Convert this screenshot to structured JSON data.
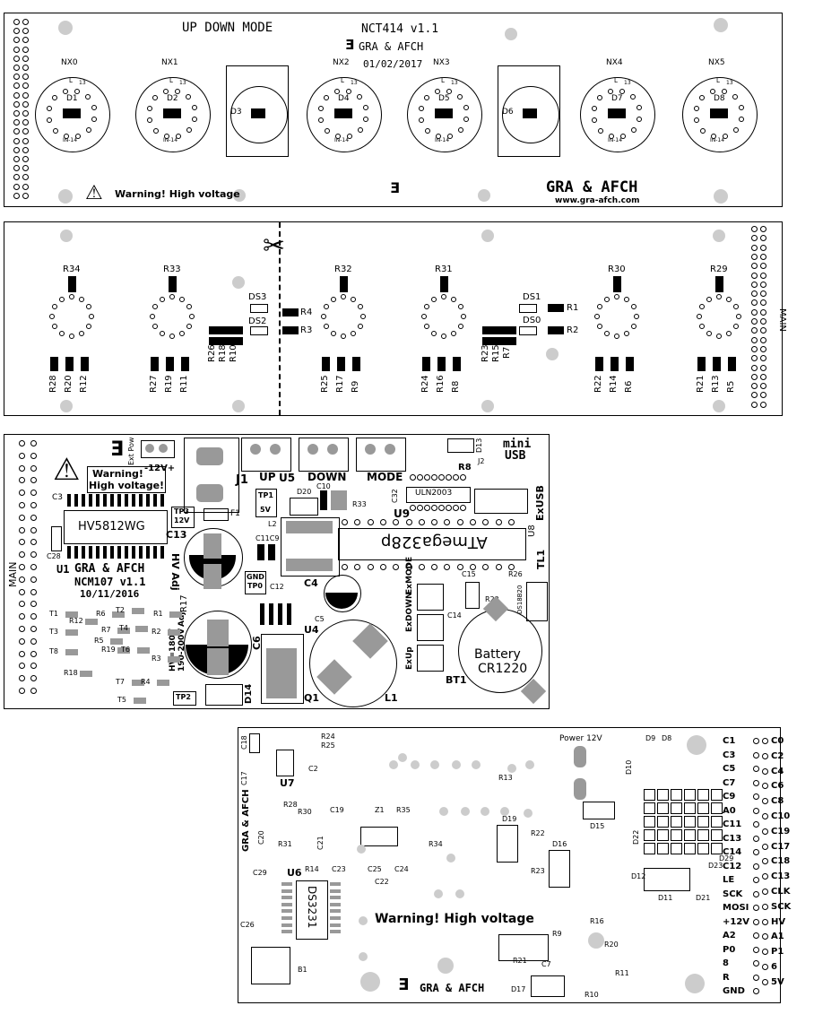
{
  "tube_board": {
    "mode_title": "UP   DOWN MODE",
    "version": "NCT414 v1.1",
    "brand": "GRA & AFCH",
    "date": "01/02/2017",
    "warning": "Warning! High voltage",
    "brand_big": "GRA & AFCH",
    "website": "www.gra-afch.com",
    "tube_labels": [
      "NX0",
      "NX1",
      "NX2",
      "NX3",
      "NX4",
      "NX5"
    ],
    "diode_labels": [
      "D1",
      "D2",
      "D3",
      "D4",
      "D5",
      "D6",
      "D7",
      "D8"
    ],
    "tube_type": "IN-14",
    "pin_l": "L",
    "pin_13": "13"
  },
  "socket_board": {
    "resistor_top": [
      "R34",
      "R33",
      "R32",
      "R31",
      "R30",
      "R29"
    ],
    "resistor_bottom": [
      [
        "R28",
        "R20",
        "R12"
      ],
      [
        "R27",
        "R19",
        "R11"
      ],
      [
        "R25",
        "R17",
        "R9"
      ],
      [
        "R24",
        "R16",
        "R8"
      ],
      [
        "R22",
        "R14",
        "R6"
      ],
      [
        "R21",
        "R13",
        "R5"
      ]
    ],
    "ds_left": [
      "DS3",
      "DS2"
    ],
    "ds_right": [
      "DS1",
      "DS0"
    ],
    "r_left": [
      "R4",
      "R3"
    ],
    "r_right": [
      "R1",
      "R2"
    ],
    "r_vert_left": [
      "R26",
      "R18",
      "R10"
    ],
    "r_vert_right": [
      "R23",
      "R15",
      "R7"
    ],
    "main": "MAIN"
  },
  "ncm_board": {
    "warning_l1": "Warning!",
    "warning_l2": "High voltage!",
    "chip_hv": "HV5812WG",
    "u1": "U1",
    "brand": "GRA & AFCH",
    "version": "NCM107 v1.1",
    "date": "10/11/2016",
    "mcu": "ATmega328p",
    "u9_chip": "ULN2003",
    "u9": "U9",
    "u5": "U5",
    "btn_up": "UP",
    "btn_down": "DOWN",
    "btn_mode": "MODE",
    "j1": "J1",
    "battery_l1": "Battery",
    "battery_l2": "CR1220",
    "bt1": "BT1",
    "l1": "L1",
    "q1": "Q1",
    "usb_l1": "mini",
    "usb_l2": "USB",
    "exusb": "ExUSB",
    "u8": "U8",
    "tl1": "TL1",
    "d13": "D13",
    "r8": "R8",
    "j2": "J2",
    "supply": "-12V+",
    "ext_pow": "Ext Pow",
    "main": "MAIN",
    "c13": "C13",
    "hv_adj": "HV Adj",
    "c6": "C6",
    "c4": "C4",
    "u4": "U4",
    "d14": "D14",
    "l2": "L2",
    "tp1_l1": "TP1",
    "tp1_l2": "5V",
    "tp3_l1": "TP3",
    "tp3_l2": "12V",
    "tp2": "TP2",
    "gnd_l1": "GND",
    "gnd_l2": "TP0",
    "f1": "F1",
    "r17": "R17",
    "hv_note_l1": "HV=180V",
    "hv_note_l2": "190-200V",
    "hv_note_l3": "Adj",
    "ex_labels": [
      "ExUp",
      "ExDOWN",
      "ExMODE"
    ],
    "r33": "R33",
    "d20": "D20",
    "c10": "C10",
    "c11c9": "C11C9",
    "c12": "C12",
    "c5": "C5",
    "c3": "C3",
    "c28": "C28",
    "c15": "C15",
    "r22": "R22",
    "r26": "R26",
    "ds18b20": "DS18B20",
    "small_left": [
      "R12",
      "T1",
      "T3",
      "T8",
      "R18",
      "R6",
      "R7",
      "R19",
      "T2",
      "T4",
      "T6",
      "R1",
      "R2",
      "R3",
      "R5",
      "T7",
      "T5",
      "R4"
    ],
    "c14": "C14",
    "c32": "C32"
  },
  "io_board": {
    "power": "Power 12V",
    "warning": "Warning! High voltage",
    "brand": "GRA & AFCH",
    "u6": "U6",
    "rtc": "DS3231",
    "u7": "U7",
    "r24": "R24",
    "r25": "R25",
    "c18": "C18",
    "c17": "C17",
    "c2": "C2",
    "r13": "R13",
    "r28": "R28",
    "r30": "R30",
    "c19": "C19",
    "z1": "Z1",
    "r35": "R35",
    "c20": "C20",
    "r31": "R31",
    "c21": "C21",
    "r34": "R34",
    "r14": "R14",
    "c23": "C23",
    "c25": "C25",
    "c24": "C24",
    "c22": "C22",
    "c29": "C29",
    "c26": "C26",
    "b1": "B1",
    "d19": "D19",
    "r22": "R22",
    "r23": "R23",
    "d16": "D16",
    "d15": "D15",
    "d9": "D9",
    "d8": "D8",
    "d10": "D10",
    "r16": "R16",
    "r9": "R9",
    "r20": "R20",
    "r21": "R21",
    "c7": "C7",
    "r11": "R11",
    "d17": "D17",
    "r10": "R10",
    "d12": "D12",
    "d11": "D11",
    "d21": "D21",
    "d22": "D22",
    "d23": "D23",
    "d29": "D29",
    "brand_vertical": "GRA & AFCH",
    "pins_left": [
      "C1",
      "C3",
      "C5",
      "C7",
      "C9",
      "A0",
      "C11",
      "C13",
      "C14",
      "C12",
      "LE",
      "SCK",
      "MOSI",
      "+12V",
      "A2",
      "P0",
      "8",
      "R",
      "GND"
    ],
    "pins_right": [
      "C0",
      "C2",
      "C4",
      "C6",
      "C8",
      "C10",
      "C19",
      "C17",
      "C18",
      "C13",
      "CLK",
      "SCK",
      "HV",
      "A1",
      "P1",
      "6",
      "5V"
    ]
  }
}
